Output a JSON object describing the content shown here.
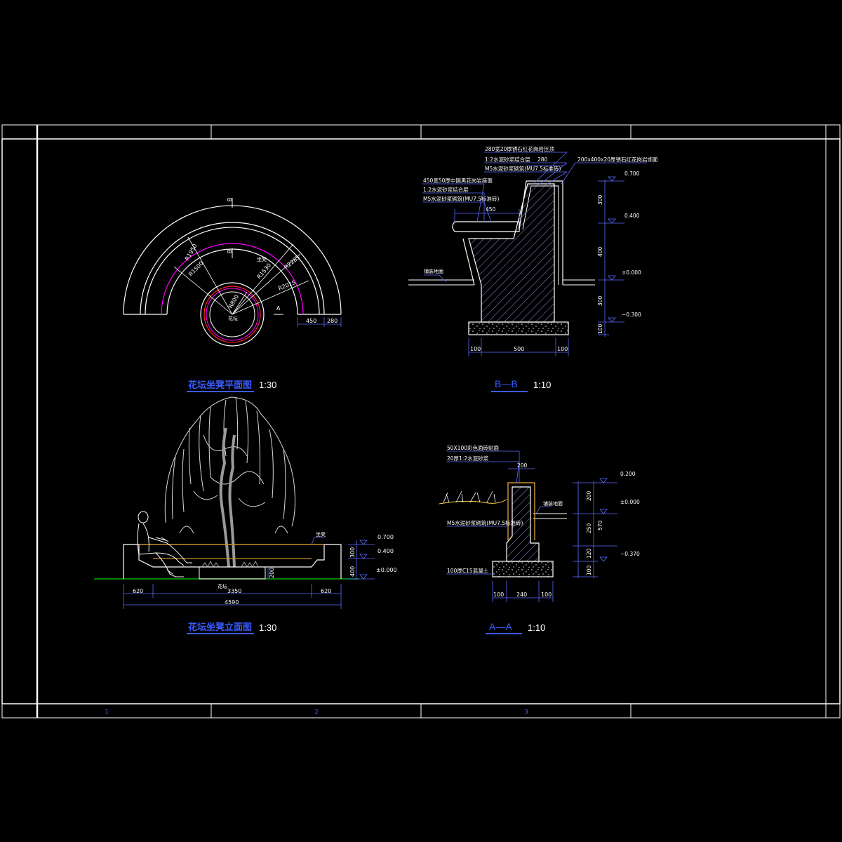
{
  "colors": {
    "background": "#000000",
    "frame": "#ffffff",
    "dim": "#5b6bff",
    "outline": "#ffffff",
    "magenta": "#ff00ff",
    "red": "#ff2020",
    "yellow": "#ffd84a",
    "orange": "#c8902a",
    "ground": "#00aa00",
    "title": "#3a5cff",
    "hatch": "#9aa0ff"
  },
  "frame": {
    "column_numbers": [
      "1",
      "2",
      "3"
    ]
  },
  "plan": {
    "title": "花坛坐凳平面图",
    "scale": "1:30",
    "section_mark_b": "B",
    "section_mark_a": "A",
    "radius_r1950": "R1950",
    "radius_r1500": "R1500",
    "radius_r1530": "R1530",
    "radius_r2285": "R2285",
    "radius_r2015": "R2015",
    "radius_r800": "R800",
    "label_center": "花坛",
    "label_seat": "坐凳",
    "dim_450": "450",
    "dim_280": "280"
  },
  "section_bb": {
    "title": "B—B",
    "scale": "1:10",
    "notes": [
      "280宽20厚锈石红花岗岩压顶",
      "1:2水泥砂浆结合层",
      "M5水泥砂浆砌筑(MU7.5标准砖)",
      "450宽50厚中国黑花岗岩座面",
      "1:2水泥砂浆结合层",
      "M5水泥砂浆砌筑(MU7.5标准砖)",
      "200x400x20厚锈石红花岗岩饰面"
    ],
    "dim_280": "280",
    "dim_450": "450",
    "label_paving": "铺装地面",
    "elev_0700": "0.700",
    "elev_0400": "0.400",
    "elev_0000": "±0.000",
    "elev_m0300": "−0.300",
    "v_dims": [
      "300",
      "400",
      "300",
      "100"
    ],
    "h_dims": [
      "100",
      "500",
      "100"
    ]
  },
  "elevation": {
    "title": "花坛坐凳立面图",
    "scale": "1:30",
    "label_seat": "坐凳",
    "label_center": "花坛",
    "elev_0700": "0.700",
    "elev_0400": "0.400",
    "elev_0000": "±0.000",
    "v_dims": [
      "300",
      "400"
    ],
    "dim_200": "200",
    "h_dims": [
      "620",
      "3350",
      "620"
    ],
    "total": "4590"
  },
  "section_aa": {
    "title": "A—A",
    "scale": "1:10",
    "notes": [
      "50X100彩色面砖贴面",
      "20厚1:2水泥砂浆",
      "M5水泥砂浆砌筑(MU7.5标准砖)",
      "100厚C15混凝土"
    ],
    "dim_200": "200",
    "label_paving": "铺装地面",
    "elev_0200": "0.200",
    "elev_0000": "±0.000",
    "elev_m0370": "−0.370",
    "v_dims": [
      "200",
      "250",
      "120",
      "100"
    ],
    "v_total": "570",
    "h_dims": [
      "100",
      "240",
      "100"
    ]
  }
}
